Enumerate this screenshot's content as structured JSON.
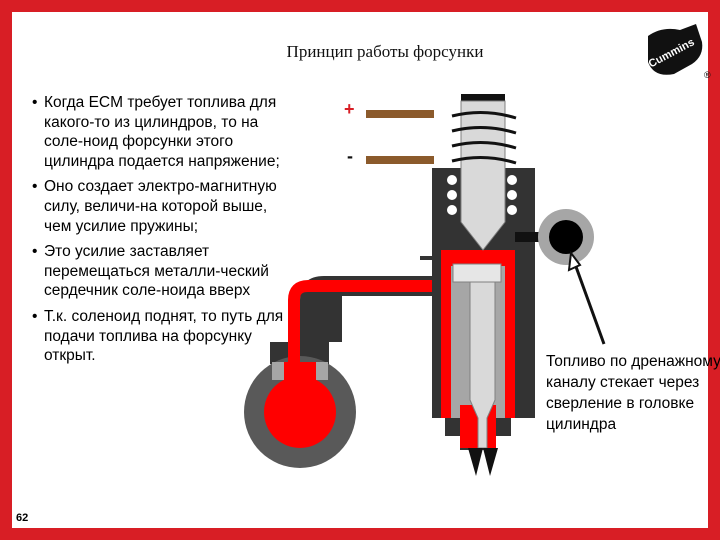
{
  "title": "Принцип работы форсунки",
  "bullets": [
    "Когда ECM требует топлива для какого-то из цилиндров, то на соле-ноид форсунки этого цилиндра подается напряжение;",
    "Оно создает электро-магнитную силу, величи-на которой выше, чем усилие пружины;",
    "Это усилие заставляет перемещаться металли-ческий сердечник соле-ноида вверх",
    "Т.к. соленоид поднят, то путь для подачи топлива на форсунку открыт."
  ],
  "note": "Топливо по дренажному каналу стекает через сверление в головке цилиндра",
  "plus_sign": "+",
  "minus_sign": "-",
  "page_number": "62",
  "logo_text": "Cummins",
  "logo_registered": "®",
  "colors": {
    "frame": "#d81e25",
    "fuel": "#ff0000",
    "body_dark": "#333333",
    "body_gray": "#a6a6a6",
    "wire": "#8b5a2b"
  }
}
